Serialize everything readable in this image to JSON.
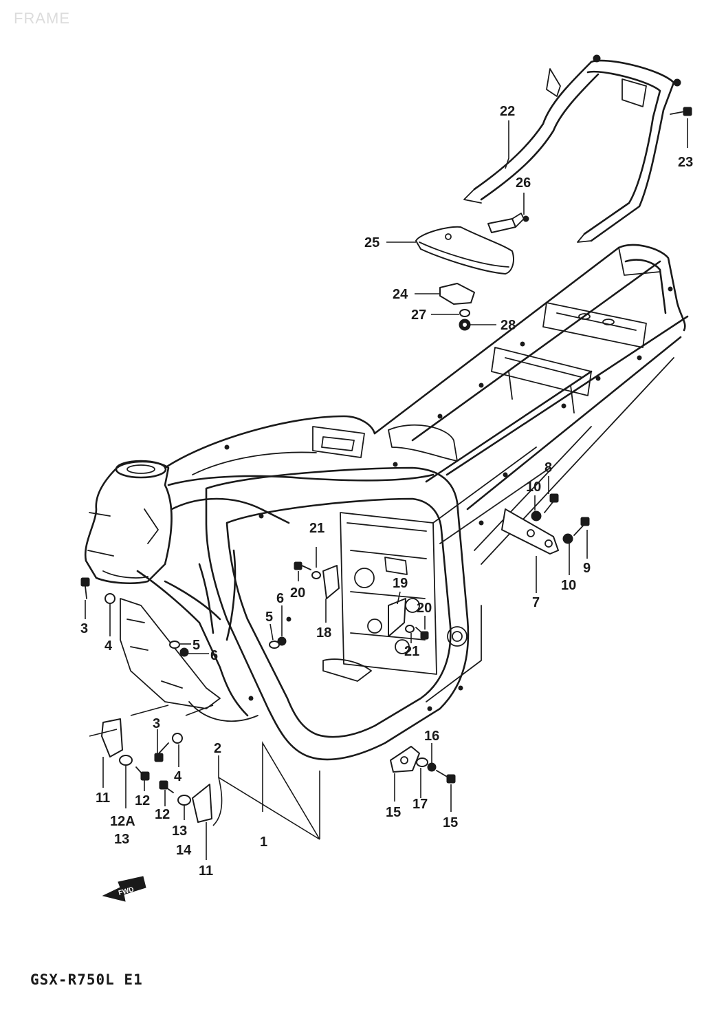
{
  "page": {
    "corner_title": "FRAME",
    "model_code": "GSX-R750L E1"
  },
  "callouts": [
    "1",
    "2",
    "3",
    "3",
    "4",
    "4",
    "5",
    "5",
    "6",
    "6",
    "7",
    "8",
    "9",
    "10",
    "10",
    "11",
    "11",
    "12",
    "12",
    "12A",
    "12A",
    "13",
    "13",
    "14",
    "15",
    "16",
    "17",
    "18",
    "19",
    "20",
    "20",
    "21",
    "21",
    "22",
    "23",
    "24",
    "25",
    "26",
    "27",
    "28"
  ],
  "front_arrow_text": "FWD"
}
